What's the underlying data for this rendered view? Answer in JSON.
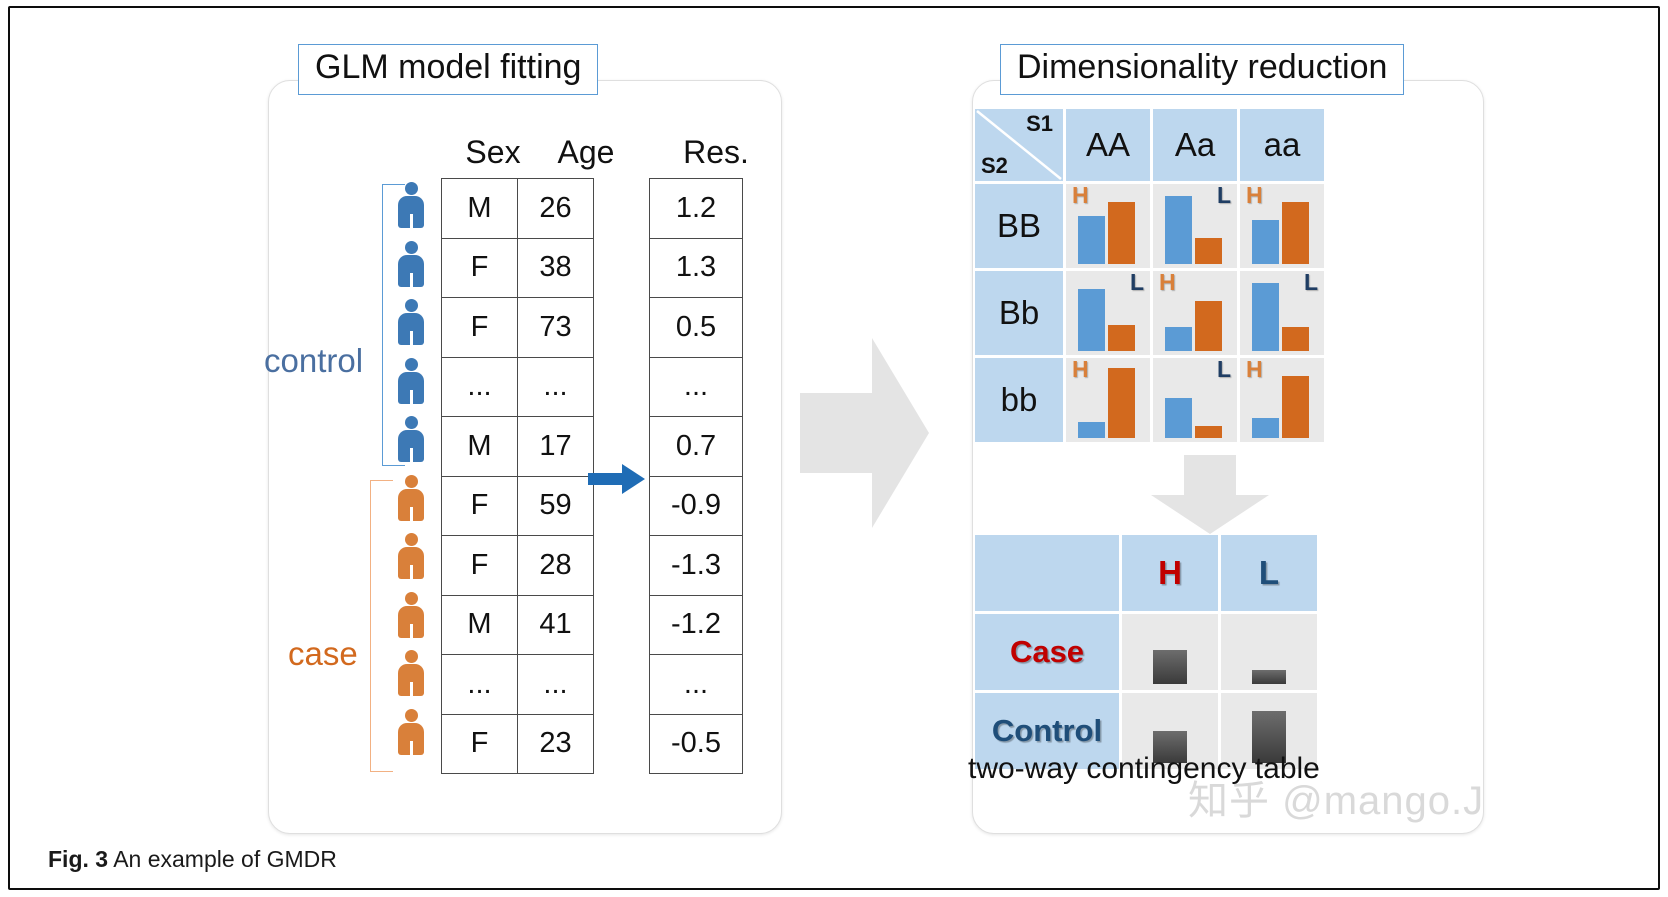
{
  "figure": {
    "label": "Fig. 3",
    "caption": "An example of GMDR"
  },
  "watermark": "知乎 @mango.J",
  "colors": {
    "blue": "#5b9bd5",
    "orange": "#d2691e",
    "header_fill": "#bdd7ee",
    "cell_fill": "#e9e9e9",
    "case_red": "#c00000",
    "control_blue": "#1f4e79",
    "title_border": "#5b9bd5",
    "grey_arrow": "#e4e4e4"
  },
  "left_panel": {
    "title": "GLM model fitting",
    "group_labels": {
      "control": "control",
      "case": "case"
    },
    "columns": [
      "Sex",
      "Age"
    ],
    "residual_column": "Res.",
    "rows": [
      {
        "group": "control",
        "sex": "M",
        "age": "26",
        "res": "1.2"
      },
      {
        "group": "control",
        "sex": "F",
        "age": "38",
        "res": "1.3"
      },
      {
        "group": "control",
        "sex": "F",
        "age": "73",
        "res": "0.5"
      },
      {
        "group": "control",
        "sex": "...",
        "age": "...",
        "res": "..."
      },
      {
        "group": "control",
        "sex": "M",
        "age": "17",
        "res": "0.7"
      },
      {
        "group": "case",
        "sex": "F",
        "age": "59",
        "res": "-0.9"
      },
      {
        "group": "case",
        "sex": "F",
        "age": "28",
        "res": "-1.3"
      },
      {
        "group": "case",
        "sex": "M",
        "age": "41",
        "res": "-1.2"
      },
      {
        "group": "case",
        "sex": "...",
        "age": "...",
        "res": "..."
      },
      {
        "group": "case",
        "sex": "F",
        "age": "23",
        "res": "-0.5"
      }
    ],
    "arrow": "right-arrow"
  },
  "right_panel": {
    "title": "Dimensionality reduction",
    "genotype_grid": {
      "corner": {
        "top_right": "S1",
        "bottom_left": "S2"
      },
      "col_headers": [
        "AA",
        "Aa",
        "aa"
      ],
      "row_headers": [
        "BB",
        "Bb",
        "bb"
      ],
      "cells": [
        [
          {
            "tag": "H",
            "tag_side": "left",
            "blue": 48,
            "orange": 62
          },
          {
            "tag": "L",
            "tag_side": "right",
            "blue": 68,
            "orange": 26
          },
          {
            "tag": "H",
            "tag_side": "left",
            "blue": 44,
            "orange": 62
          }
        ],
        [
          {
            "tag": "L",
            "tag_side": "right",
            "blue": 62,
            "orange": 26
          },
          {
            "tag": "H",
            "tag_side": "left",
            "blue": 24,
            "orange": 50
          },
          {
            "tag": "L",
            "tag_side": "right",
            "blue": 68,
            "orange": 24
          }
        ],
        [
          {
            "tag": "H",
            "tag_side": "left",
            "blue": 16,
            "orange": 70
          },
          {
            "tag": "L",
            "tag_side": "right",
            "blue": 40,
            "orange": 12
          },
          {
            "tag": "H",
            "tag_side": "left",
            "blue": 20,
            "orange": 62
          }
        ]
      ]
    },
    "contingency_table": {
      "col_headers": [
        "H",
        "L"
      ],
      "row_headers": [
        "Case",
        "Control"
      ],
      "values": [
        [
          34,
          14
        ],
        [
          32,
          52
        ]
      ],
      "caption": "two-way contingency table"
    },
    "arrow_down": "down-arrow"
  }
}
